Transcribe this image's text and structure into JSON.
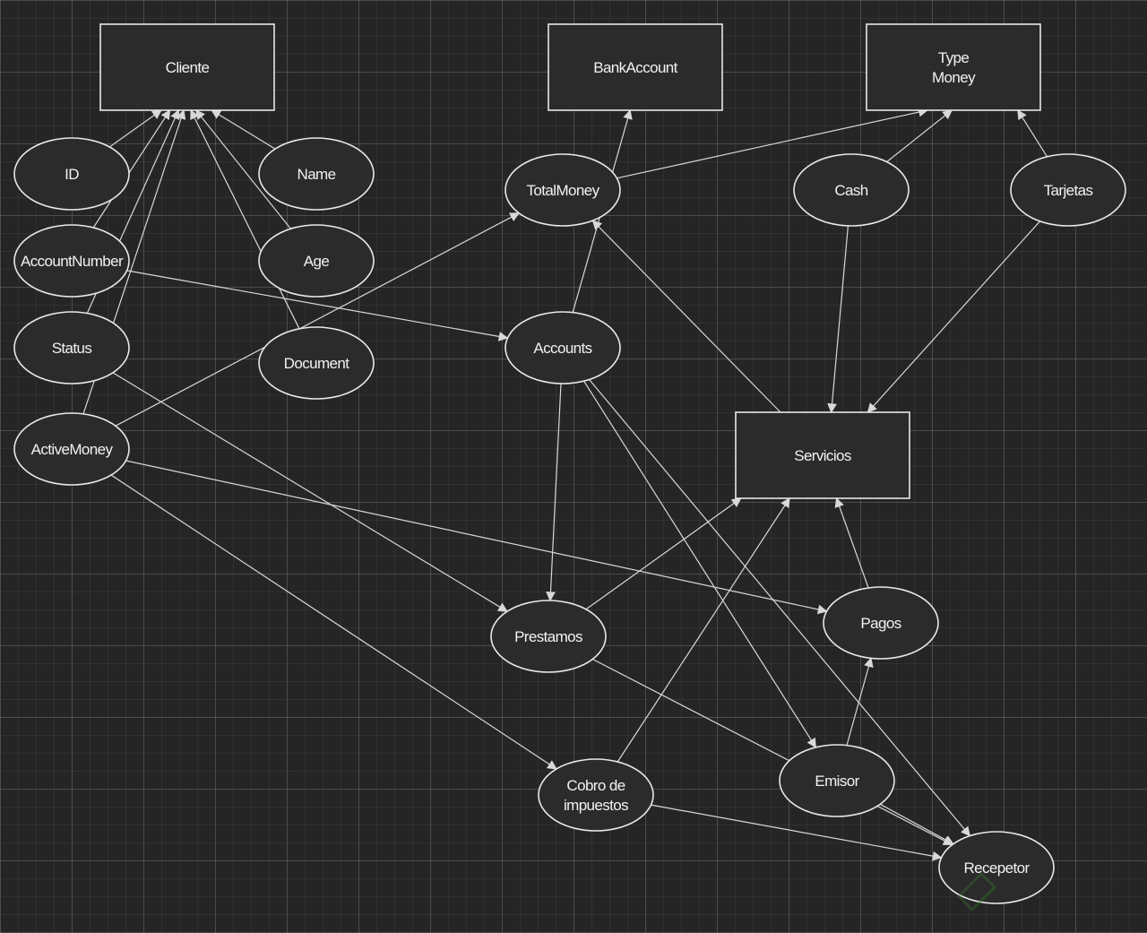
{
  "diagram": {
    "entities": [
      {
        "id": "cliente",
        "label": "Cliente"
      },
      {
        "id": "bankaccount",
        "label": "BankAccount"
      },
      {
        "id": "typemoney",
        "label": "Type\nMoney"
      },
      {
        "id": "servicios",
        "label": "Servicios"
      }
    ],
    "attributes": [
      {
        "id": "id",
        "label": "ID"
      },
      {
        "id": "name",
        "label": "Name"
      },
      {
        "id": "accountnumber",
        "label": "AccountNumber"
      },
      {
        "id": "age",
        "label": "Age"
      },
      {
        "id": "status",
        "label": "Status"
      },
      {
        "id": "document",
        "label": "Document"
      },
      {
        "id": "activemoney",
        "label": "ActiveMoney"
      },
      {
        "id": "totalmoney",
        "label": "TotalMoney"
      },
      {
        "id": "accounts",
        "label": "Accounts"
      },
      {
        "id": "cash",
        "label": "Cash"
      },
      {
        "id": "tarjetas",
        "label": "Tarjetas"
      },
      {
        "id": "prestamos",
        "label": "Prestamos"
      },
      {
        "id": "pagos",
        "label": "Pagos"
      },
      {
        "id": "cobro",
        "label": "Cobro de\nimpuestos"
      },
      {
        "id": "emisor",
        "label": "Emisor"
      },
      {
        "id": "recepetor",
        "label": "Recepetor"
      }
    ],
    "edges": [
      {
        "from": "id",
        "to": "cliente"
      },
      {
        "from": "name",
        "to": "cliente"
      },
      {
        "from": "age",
        "to": "cliente"
      },
      {
        "from": "accountnumber",
        "to": "cliente"
      },
      {
        "from": "status",
        "to": "cliente"
      },
      {
        "from": "document",
        "to": "cliente"
      },
      {
        "from": "activemoney",
        "to": "cliente"
      },
      {
        "from": "accounts",
        "to": "bankaccount"
      },
      {
        "from": "totalmoney",
        "to": "typemoney"
      },
      {
        "from": "cash",
        "to": "typemoney"
      },
      {
        "from": "tarjetas",
        "to": "typemoney"
      },
      {
        "from": "cash",
        "to": "servicios"
      },
      {
        "from": "tarjetas",
        "to": "servicios"
      },
      {
        "from": "servicios",
        "to": "totalmoney"
      },
      {
        "from": "activemoney",
        "to": "totalmoney"
      },
      {
        "from": "accountnumber",
        "to": "accounts"
      },
      {
        "from": "accounts",
        "to": "prestamos"
      },
      {
        "from": "accounts",
        "to": "emisor"
      },
      {
        "from": "accounts",
        "to": "recepetor"
      },
      {
        "from": "status",
        "to": "prestamos"
      },
      {
        "from": "activemoney",
        "to": "pagos"
      },
      {
        "from": "activemoney",
        "to": "cobro"
      },
      {
        "from": "prestamos",
        "to": "servicios"
      },
      {
        "from": "cobro",
        "to": "servicios"
      },
      {
        "from": "pagos",
        "to": "servicios"
      },
      {
        "from": "emisor",
        "to": "pagos"
      },
      {
        "from": "prestamos",
        "to": "recepetor"
      },
      {
        "from": "cobro",
        "to": "recepetor"
      },
      {
        "from": "emisor",
        "to": "recepetor"
      }
    ]
  }
}
